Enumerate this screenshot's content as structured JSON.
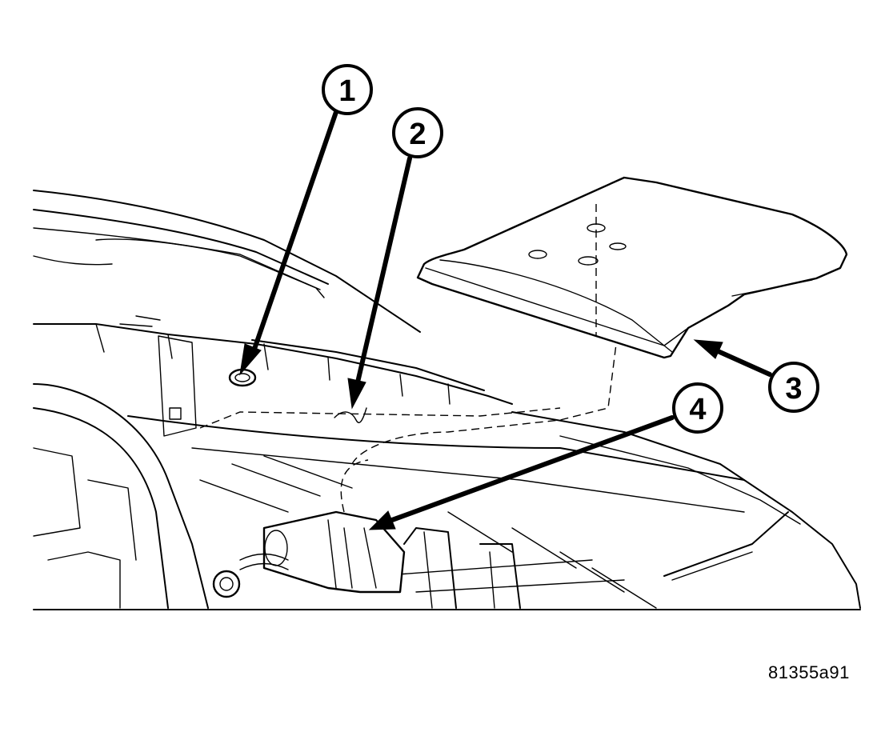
{
  "callouts": [
    {
      "label": "1"
    },
    {
      "label": "2"
    },
    {
      "label": "3"
    },
    {
      "label": "4"
    }
  ],
  "figure_id": "81355a91",
  "colors": {
    "ink": "#000000",
    "paper": "#ffffff"
  }
}
